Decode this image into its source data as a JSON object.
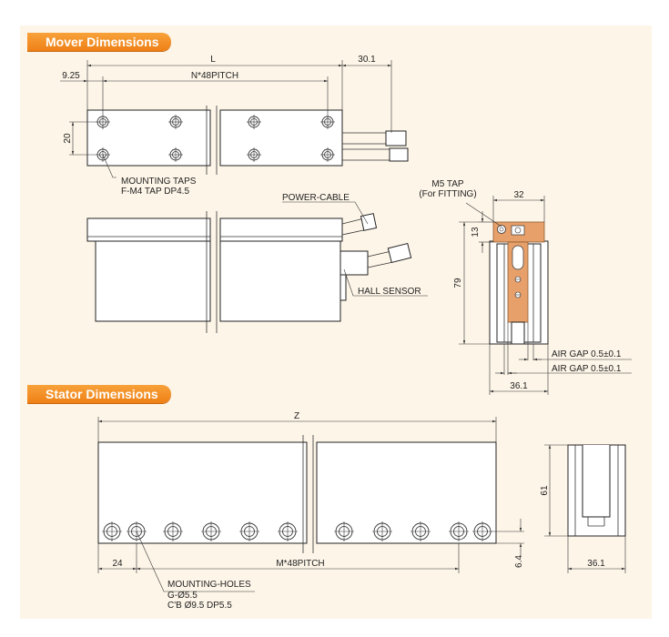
{
  "sections": {
    "mover_title": "Mover Dimensions",
    "stator_title": "Stator Dimensions"
  },
  "mover": {
    "dim_L": "L",
    "dim_30_1": "30.1",
    "dim_9_25": "9.25",
    "dim_pitch": "N*48PITCH",
    "dim_20": "20",
    "mounting_taps_line1": "MOUNTING TAPS",
    "mounting_taps_line2": "F-M4 TAP DP4.5",
    "power_cable": "POWER-CABLE",
    "hall_sensor": "HALL SENSOR",
    "m5_tap_line1": "M5 TAP",
    "m5_tap_line2": "(For FITTING)",
    "dim_32": "32",
    "dim_13": "13",
    "dim_79": "79",
    "air_gap_1": "AIR GAP 0.5±0.1",
    "air_gap_2": "AIR GAP 0.5±0.1",
    "dim_36_1": "36.1"
  },
  "stator": {
    "dim_Z": "Z",
    "dim_24": "24",
    "dim_pitch": "M*48PITCH",
    "dim_6_4": "6.4",
    "dim_61": "61",
    "dim_36_1": "36.1",
    "holes_line1": "MOUNTING-HOLES",
    "holes_line2": "G-Ø5.5",
    "holes_line3": "C'B Ø9.5 DP5.5"
  },
  "colors": {
    "accent": "#ee8016",
    "panel_bg": "#fdf5e8",
    "bracket": "#e8a06a"
  }
}
